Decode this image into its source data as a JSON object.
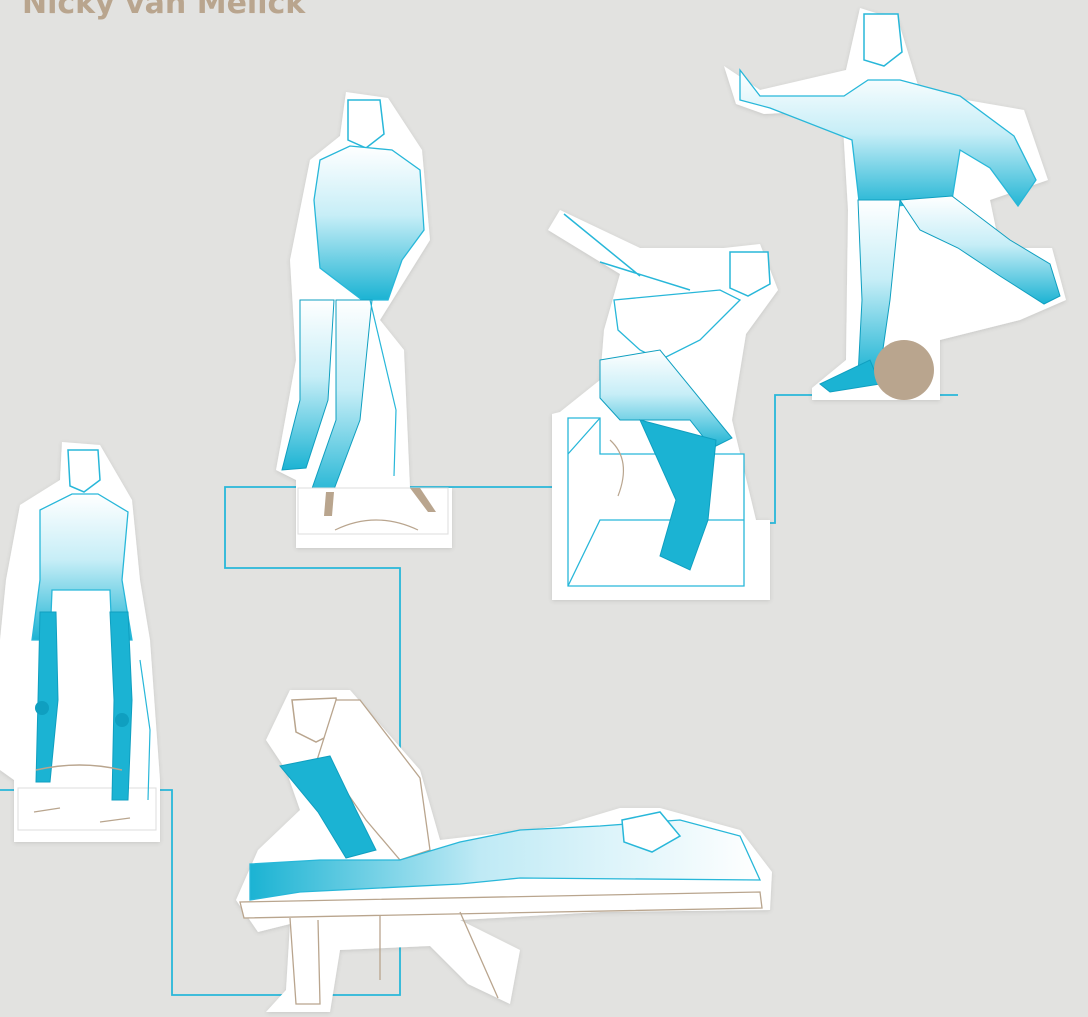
{
  "header": {
    "author": "Nicky van Melick"
  },
  "colors": {
    "background": "#e2e2e0",
    "cyan": "#1bb3d3",
    "cyan_line": "#28b7d9",
    "tan": "#b9a58e",
    "sticker": "#ffffff"
  },
  "figures": [
    {
      "name": "standing-balance-board"
    },
    {
      "name": "single-leg-tilt-board"
    },
    {
      "name": "prone-hamstring-treatment"
    },
    {
      "name": "box-jump-landing"
    },
    {
      "name": "kicking-ball"
    }
  ]
}
